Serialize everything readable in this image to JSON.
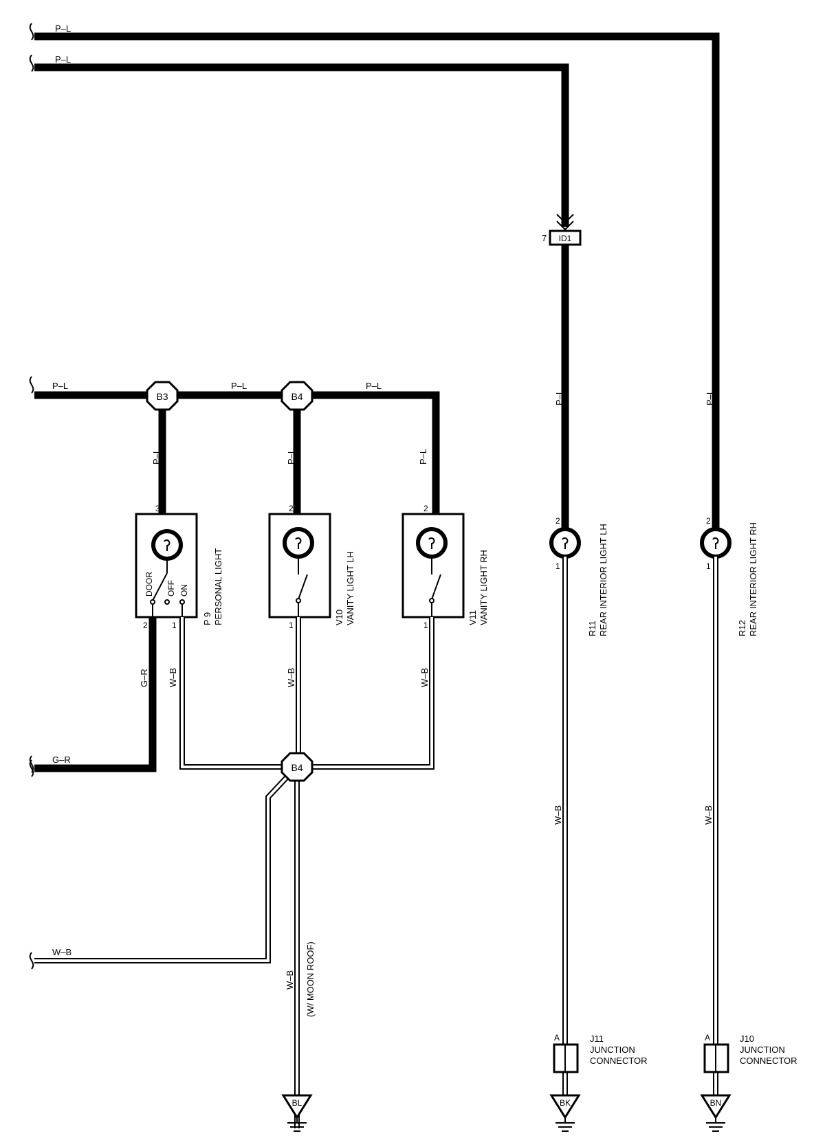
{
  "wires": {
    "top_1": "P–L",
    "top_2": "P–L",
    "feed_left": "P–L",
    "feed_mid": "P–L",
    "feed_right": "P–L",
    "drop_b3": "P–L",
    "drop_b4": "P–L",
    "drop_rh": "P–L",
    "r11_supply": "P–L",
    "r12_supply": "P–L",
    "door_wire": "G–R",
    "door_feed": "G–R",
    "p9_ground": "W–B",
    "v10_ground": "W–B",
    "v11_ground": "W–B",
    "r11_ground": "W–B",
    "r12_ground": "W–B",
    "ground_feed": "W–B",
    "moonroof_wire": "W–B",
    "moonroof_note": "(W/ MOON ROOF)"
  },
  "splices": {
    "b3": "B3",
    "b4_top": "B4",
    "b4_bottom": "B4"
  },
  "connector_id1": {
    "label": "ID1",
    "pin": "7"
  },
  "components": {
    "p9": {
      "code": "P 9",
      "name": "PERSONAL LIGHT",
      "pin_top": "3",
      "pin_door": "2",
      "pin_on": "1",
      "pos_door": "DOOR",
      "pos_off": "OFF",
      "pos_on": "ON"
    },
    "v10": {
      "code": "V10",
      "name": "VANITY LIGHT LH",
      "pin_top": "2",
      "pin_bottom": "1"
    },
    "v11": {
      "code": "V11",
      "name": "VANITY LIGHT RH",
      "pin_top": "2",
      "pin_bottom": "1"
    },
    "r11": {
      "code": "R11",
      "name": "REAR INTERIOR LIGHT LH",
      "pin_top": "2",
      "pin_bottom": "1"
    },
    "r12": {
      "code": "R12",
      "name": "REAR INTERIOR LIGHT RH",
      "pin_top": "2",
      "pin_bottom": "1"
    }
  },
  "junctions": {
    "j11": {
      "code": "J11",
      "line1": "JUNCTION",
      "line2": "CONNECTOR",
      "pin": "A"
    },
    "j10": {
      "code": "J10",
      "line1": "JUNCTION",
      "line2": "CONNECTOR",
      "pin": "A"
    }
  },
  "grounds": {
    "bl": "BL",
    "bk": "BK",
    "bn": "BN"
  }
}
